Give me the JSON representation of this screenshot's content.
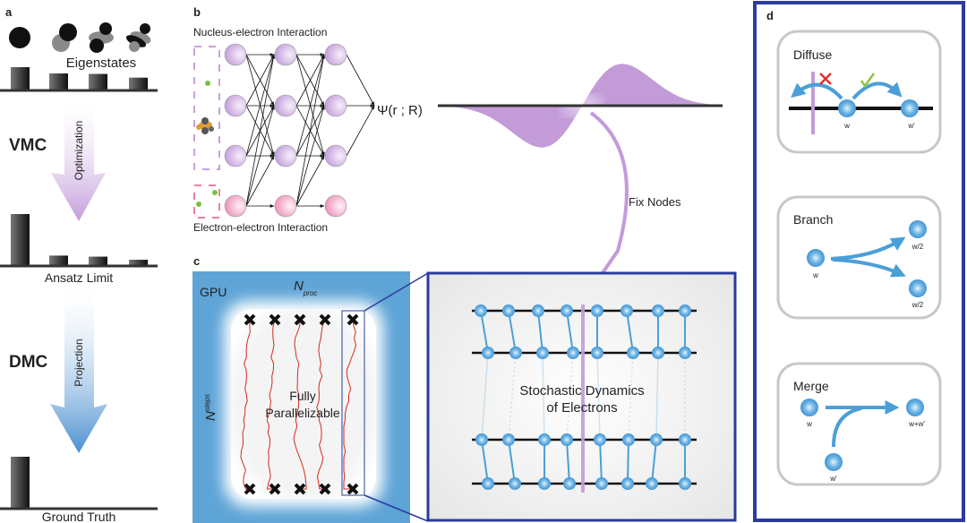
{
  "panels": {
    "a": {
      "letter": "a",
      "eigenstates_label": "Eigenstates",
      "vmc_label": "VMC",
      "optimization_label": "Optimization",
      "ansatz_label": "Ansatz Limit",
      "dmc_label": "DMC",
      "projection_label": "Projection",
      "ground_truth_label": "Ground Truth",
      "bar_sets": [
        {
          "name": "eigenstates",
          "values": [
            1.0,
            0.73,
            0.71,
            0.55
          ]
        },
        {
          "name": "ansatz-limit",
          "values": [
            1.0,
            0.2,
            0.18,
            0.12
          ]
        },
        {
          "name": "ground-truth",
          "values": [
            1.0,
            0,
            0,
            0
          ]
        }
      ],
      "colors": {
        "optimization_arrow": "#c39bd9",
        "projection_arrow": "#4a8fd0"
      }
    },
    "b": {
      "letter": "b",
      "nucleus_label": "Nucleus-electron Interaction",
      "electron_label": "Electron-electron Interaction",
      "psi_label": "Ψ(r ; R)",
      "fix_nodes_label": "Fix Nodes",
      "colors": {
        "nucleus_node": "#c8a8e0",
        "electron_node": "#f2a6c6",
        "wave": "#c39bd9"
      }
    },
    "c": {
      "letter": "c",
      "gpu_label": "GPU",
      "nproc_label": "N",
      "nproc_sub": "proc",
      "nsteps_label": "N",
      "nsteps_sub": "steps",
      "parallel_line1": "Fully",
      "parallel_line2": "Parallelizable",
      "stochastic_line1": "Stochastic Dynamics",
      "stochastic_line2": "of Electrons",
      "walker_count": 5,
      "colors": {
        "gpu": "#5ea4d6",
        "frame": "#2a3c9e",
        "walk": "#d42a1e",
        "electron": "#4a9fd8"
      }
    },
    "d": {
      "letter": "d",
      "diffuse": {
        "title": "Diffuse",
        "w": "w",
        "w_prime": "w′"
      },
      "branch": {
        "title": "Branch",
        "w": "w",
        "w_half_top": "w/2",
        "w_half_bottom": "w/2"
      },
      "merge": {
        "title": "Merge",
        "w": "w",
        "w_prime": "w′",
        "w_sum": "w+w′"
      },
      "colors": {
        "frame": "#2a3c9e",
        "box": "#c8c8c8",
        "reject": "#e03030",
        "accept": "#8cc63f"
      }
    }
  }
}
